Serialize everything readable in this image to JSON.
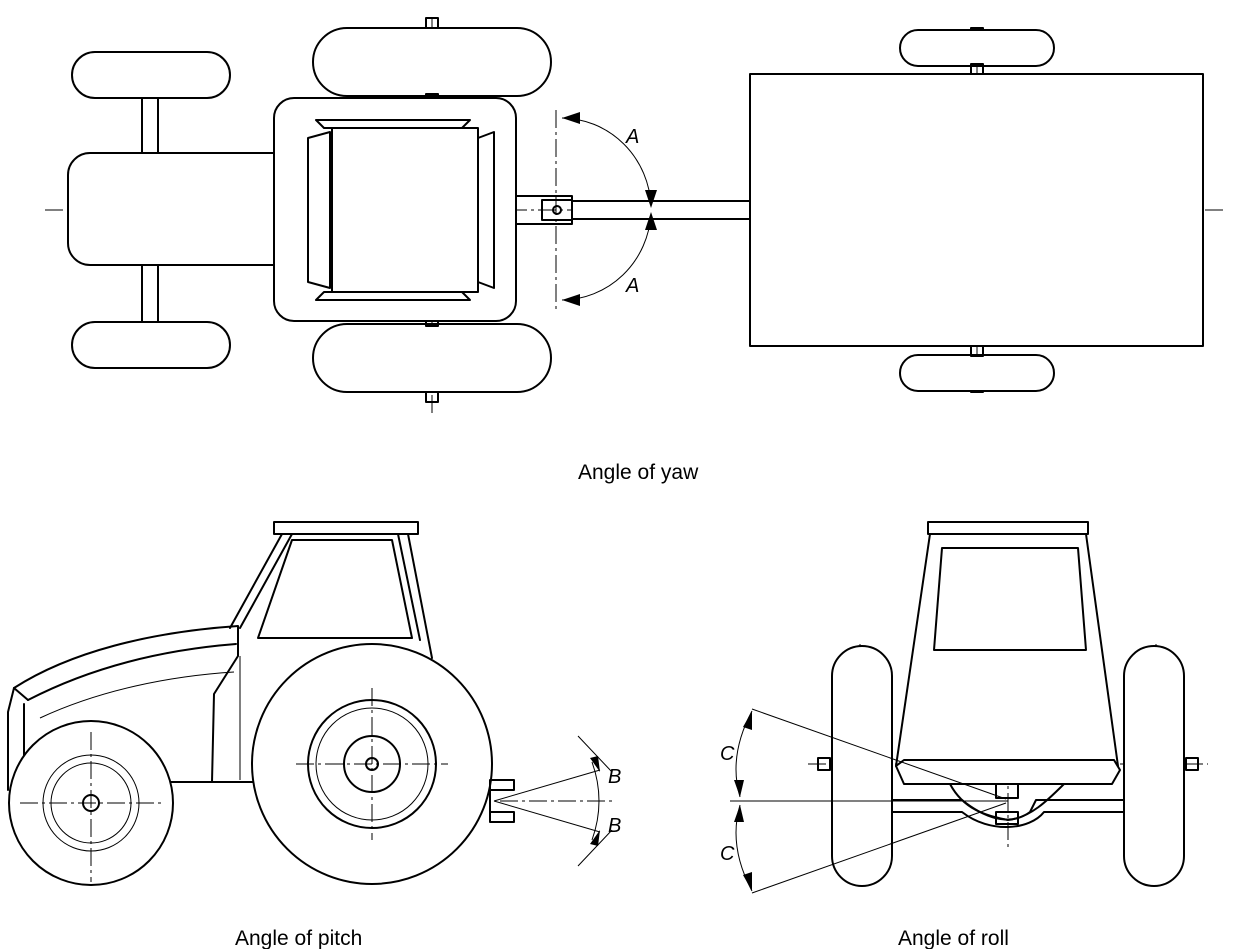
{
  "captions": {
    "yaw": "Angle of yaw",
    "pitch": "Angle of pitch",
    "roll": "Angle of roll"
  },
  "labels": {
    "yaw_upper": "A",
    "yaw_lower": "A",
    "pitch_upper": "B",
    "pitch_lower": "B",
    "roll_upper": "C",
    "roll_lower": "C"
  }
}
